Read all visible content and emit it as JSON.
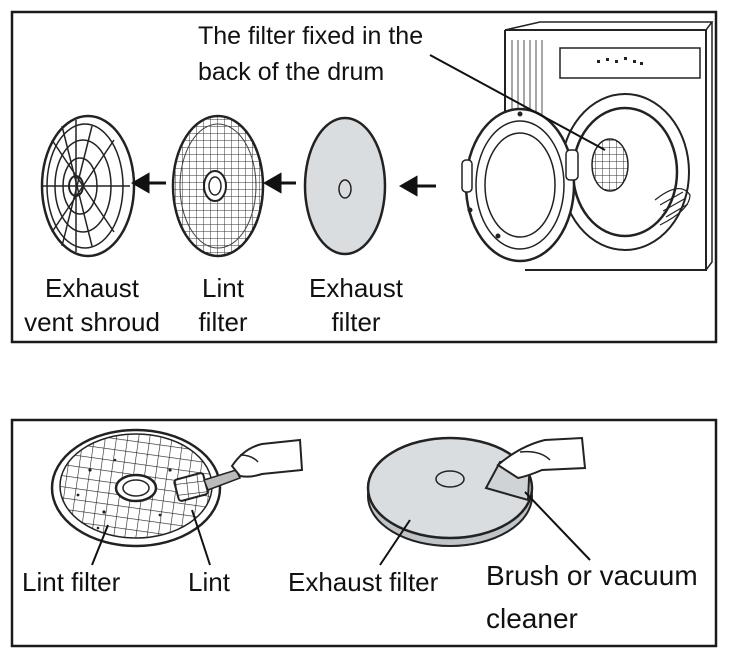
{
  "top_panel": {
    "callout": {
      "line1": "The filter fixed in the",
      "line2": "back of the drum"
    },
    "labels": {
      "shroud": {
        "line1": "Exhaust",
        "line2": "vent shroud"
      },
      "lint": {
        "line1": "Lint",
        "line2": "filter"
      },
      "exhaust": {
        "line1": "Exhaust",
        "line2": "filter"
      }
    }
  },
  "bottom_panel": {
    "labels": {
      "lint_filter": "Lint filter",
      "lint": "Lint",
      "exhaust_filter": "Exhaust filter",
      "brush_line1": "Brush or vacuum",
      "brush_line2": "cleaner"
    }
  },
  "colors": {
    "frame": "#1a1a1a",
    "filter_fill": "#d9dde0",
    "line": "#222222"
  }
}
